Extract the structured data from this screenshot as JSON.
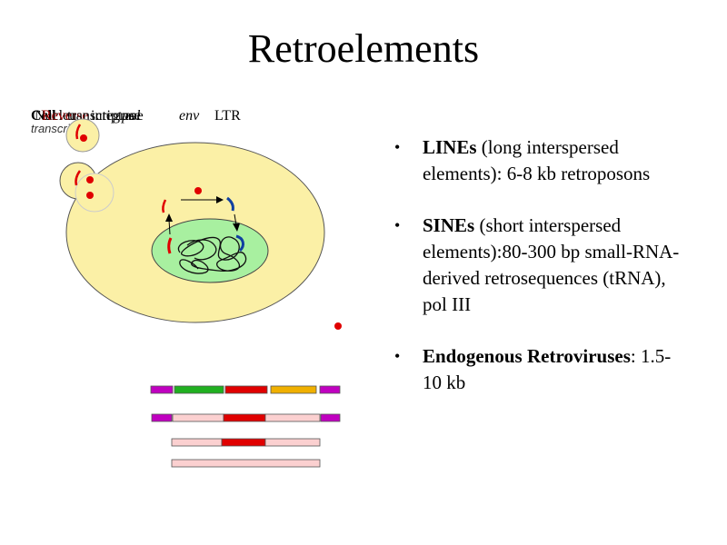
{
  "title": "Retroelements",
  "bullets": [
    {
      "term": "LINEs",
      "rest": " (long interspersed elements): 6-8 kb retroposons"
    },
    {
      "term": "SINEs",
      "rest": " (short interspersed elements):80-300 bp small-RNA-derived retrosequences (tRNA), pol III"
    },
    {
      "term": "Endogenous Retroviruses",
      "rest": ": 1.5-10 kb"
    }
  ],
  "overlapping_labels": {
    "l1": "Cell",
    "l2": "Nucleus",
    "l3": "Reverse",
    "l4": "transcriptase",
    "l5": "integrase",
    "l6": "pol",
    "l7": "env",
    "l8": "LTR",
    "sub": "transcription"
  },
  "colors": {
    "cell": "#fbf0a6",
    "nucleus": "#a8f0a0",
    "rna_red": "#e00000",
    "dna_blue": "#1040a0",
    "magenta": "#c000c0",
    "green": "#20b020",
    "orange": "#f0b000",
    "pink": "#fbd0d0"
  }
}
